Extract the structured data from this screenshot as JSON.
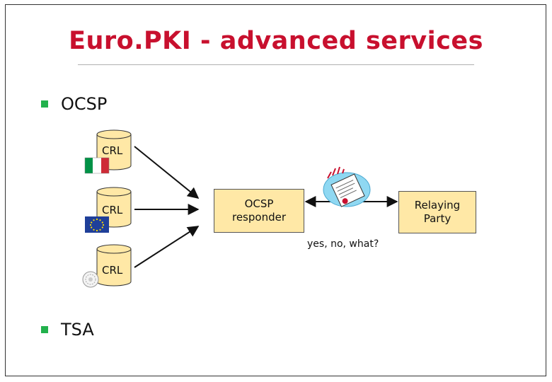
{
  "title": "Euro.PKI - advanced services",
  "bullets": [
    "OCSP",
    "TSA"
  ],
  "crl_label": "CRL",
  "ocsp_box": "OCSP\nresponder",
  "party_box": "Relaying\nParty",
  "answer": "yes, no, what?",
  "colors": {
    "title": "#c8102e",
    "bullet": "#22b14c",
    "cylinder": "#ffe8a6",
    "box": "#ffe8a6",
    "italy_green": "#009246",
    "italy_red": "#ce2b37",
    "eu_blue": "#1f3f99",
    "eu_star": "#ffdd00"
  },
  "icons": [
    "italy-flag-icon",
    "eu-flag-icon",
    "emblem-icon",
    "certificate-icon"
  ]
}
